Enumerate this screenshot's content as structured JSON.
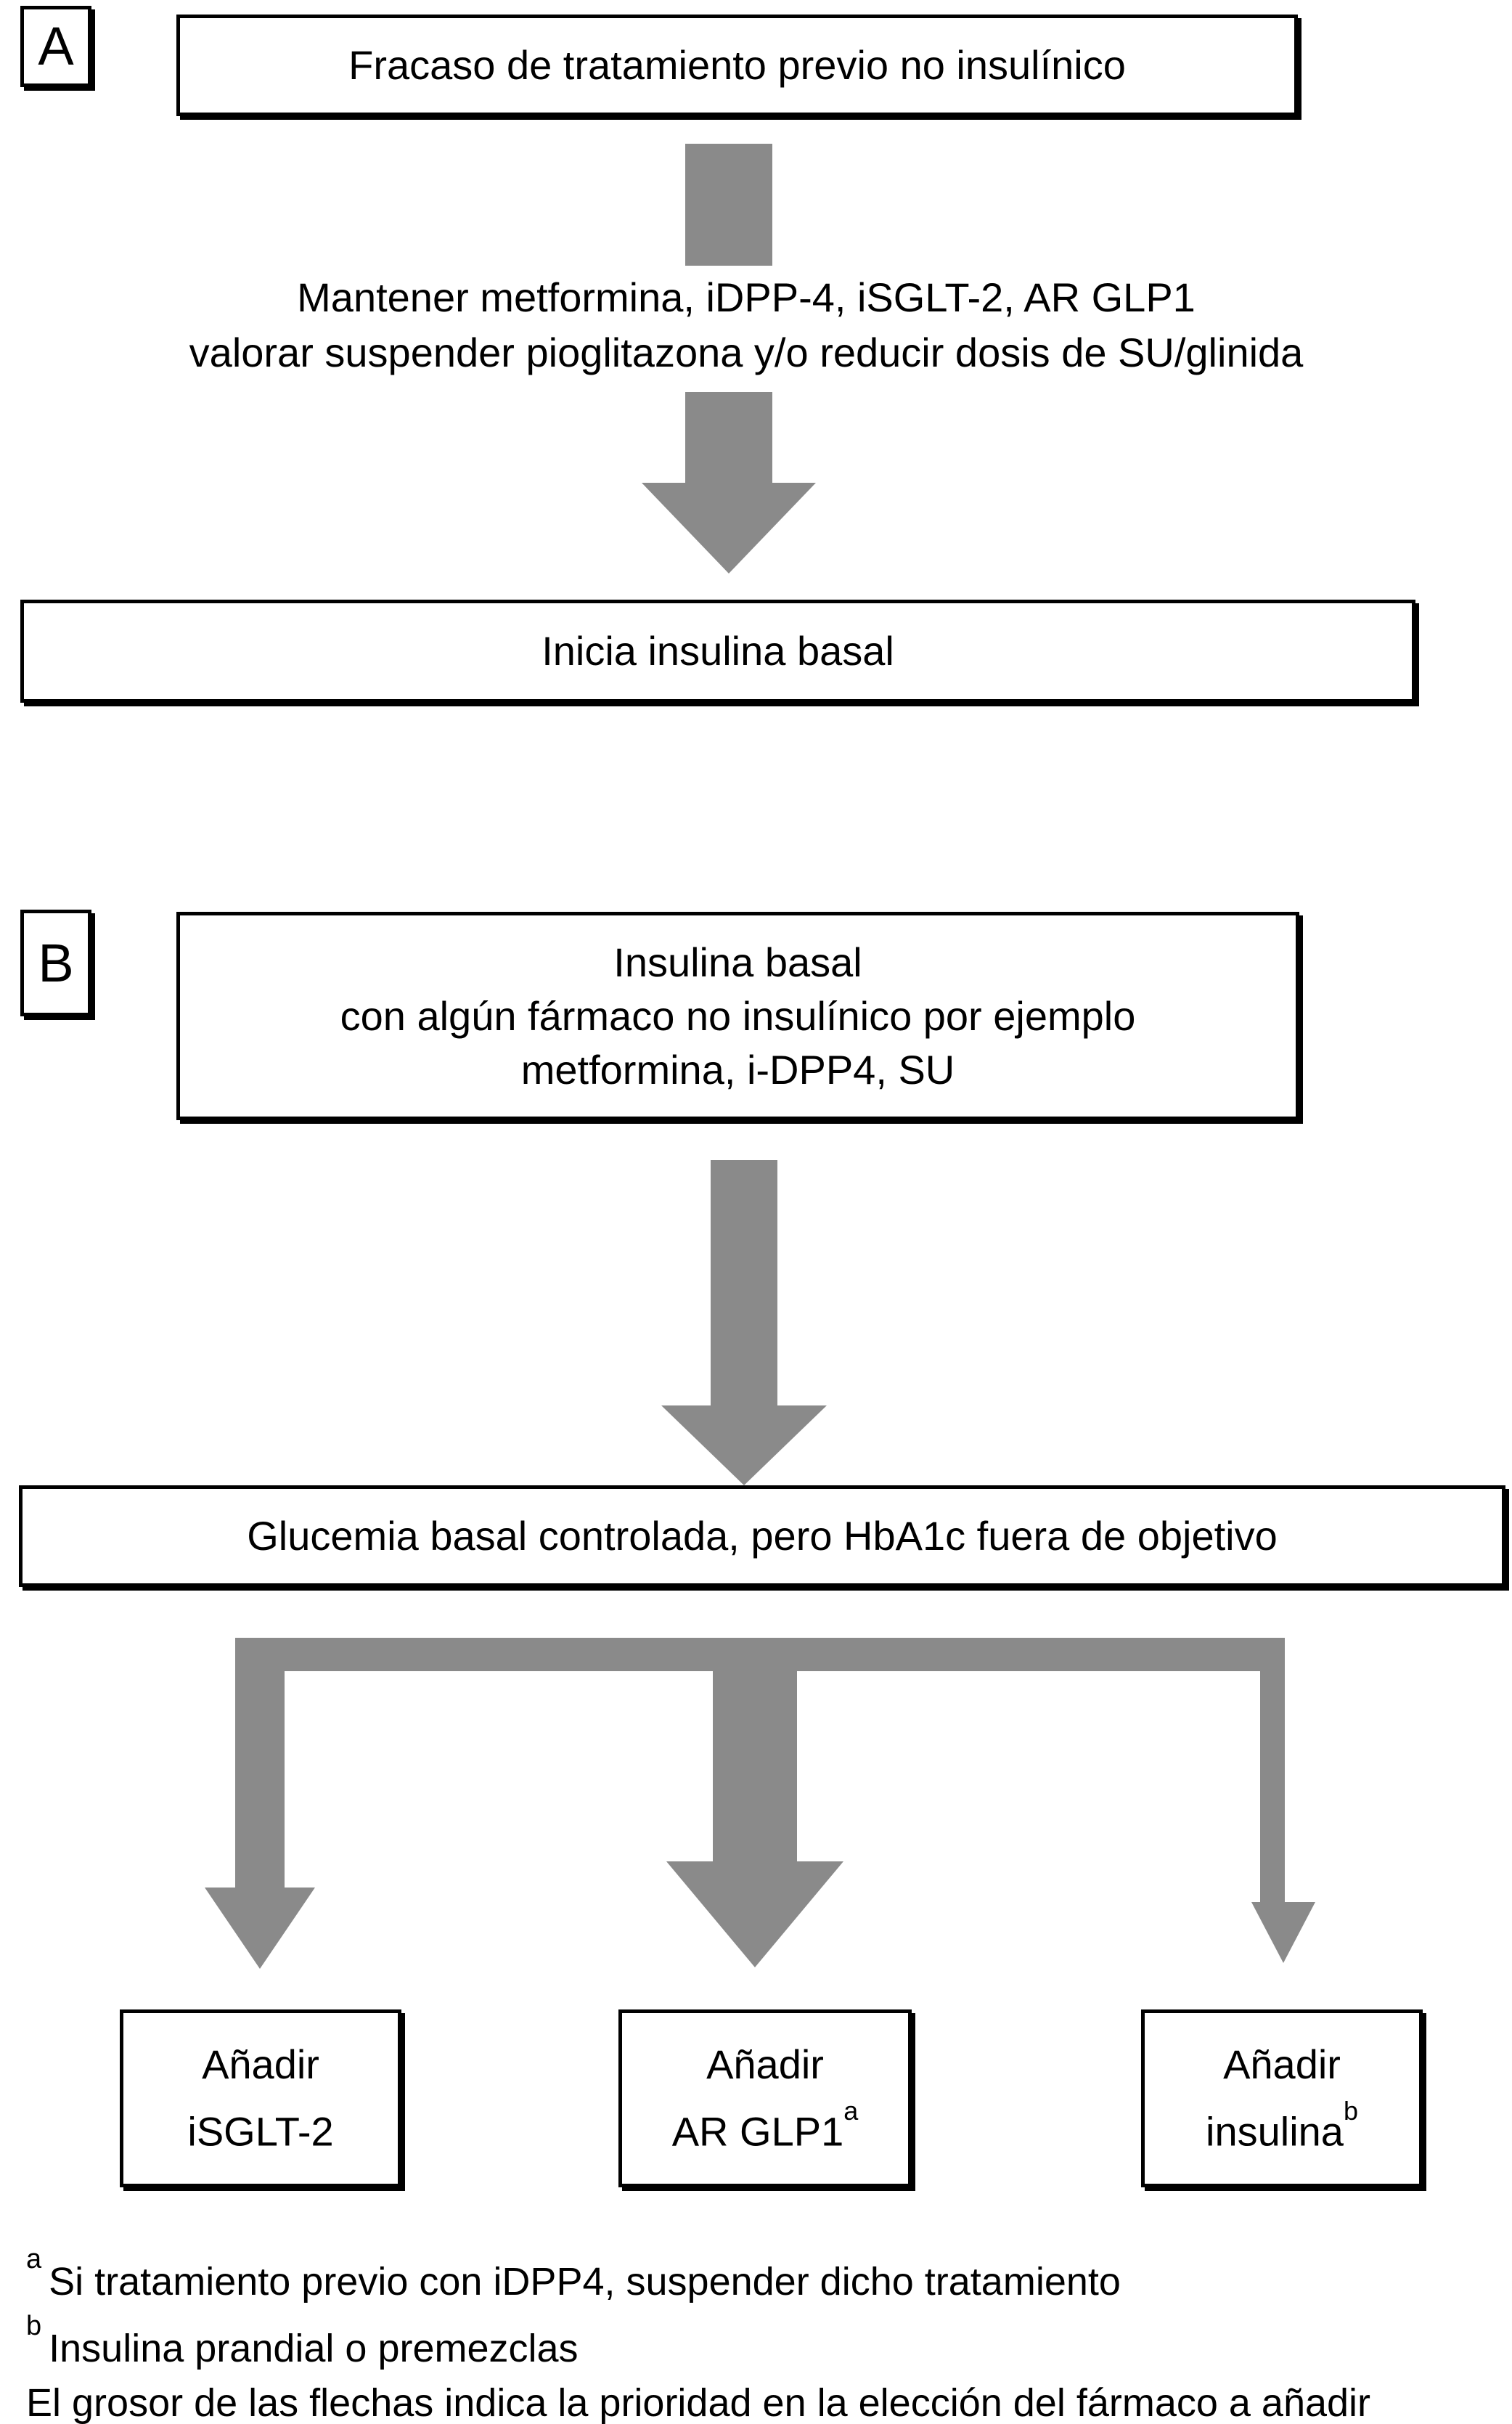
{
  "figure": {
    "colors": {
      "arrow_gray": "#8A8A8A",
      "box_border": "#000000",
      "background": "#FFFFFF",
      "text": "#000000"
    }
  },
  "panel_a": {
    "label": "A",
    "fracaso_box": "Fracaso de tratamiento previo no insulínico",
    "mantener_line1": "Mantener metformina, iDPP-4, iSGLT-2, AR GLP1",
    "mantener_line2": "valorar suspender pioglitazona y/o reducir dosis de SU/glinida",
    "inicia_box": "Inicia insulina basal"
  },
  "panel_b": {
    "label": "B",
    "basal_box_line1": "Insulina basal",
    "basal_box_line2": "con algún fármaco no insulínico por ejemplo",
    "basal_box_line3": "metformina, i-DPP4, SU",
    "glucemia_box": "Glucemia basal controlada, pero HbA1c fuera de objetivo",
    "option_boxes": [
      {
        "line1": "Añadir",
        "line2": "iSGLT-2",
        "sup": ""
      },
      {
        "line1": "Añadir",
        "line2": "AR GLP1",
        "sup": "a"
      },
      {
        "line1": "Añadir",
        "line2": "insulina",
        "sup": "b"
      }
    ]
  },
  "footnotes": {
    "a_marker": "a",
    "a_text": "Si tratamiento previo con iDPP4, suspender dicho tratamiento",
    "b_marker": "b",
    "b_text": "Insulina prandial o premezclas",
    "priority_note": "El grosor de las flechas indica la prioridad en la elección del fármaco a añadir"
  }
}
